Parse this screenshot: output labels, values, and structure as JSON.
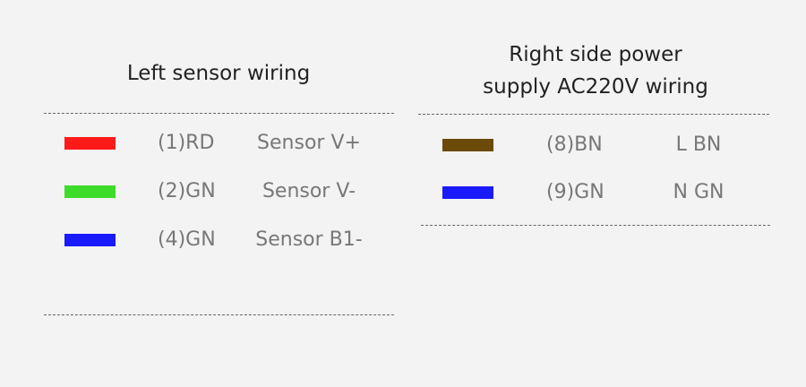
{
  "left": {
    "title": "Left sensor wiring",
    "rows": [
      {
        "color": "#ff1a1a",
        "code": "(1)RD",
        "desc": "Sensor V+"
      },
      {
        "color": "#3ddc2a",
        "code": "(2)GN",
        "desc": "Sensor V-"
      },
      {
        "color": "#1a1aff",
        "code": "(4)GN",
        "desc": "Sensor B1-"
      }
    ]
  },
  "right": {
    "title": "Right side power\nsupply AC220V wiring",
    "rows": [
      {
        "color": "#6b4a0a",
        "code": "(8)BN",
        "desc": "L BN"
      },
      {
        "color": "#1a1aff",
        "code": "(9)GN",
        "desc": "N GN"
      }
    ]
  }
}
